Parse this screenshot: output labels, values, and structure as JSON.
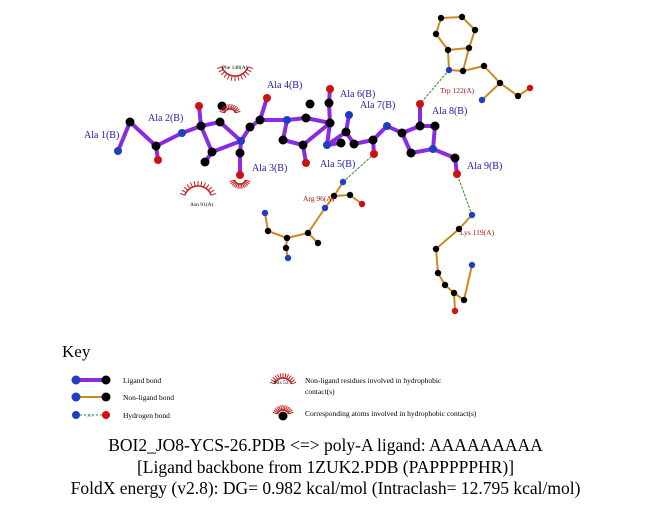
{
  "ligand_residues": [
    "Ala 1(B)",
    "Ala 2(B)",
    "Ala 3(B)",
    "Ala 4(B)",
    "Ala 5(B)",
    "Ala 6(B)",
    "Ala 7(B)",
    "Ala 8(B)",
    "Ala 9(B)"
  ],
  "protein_residues": [
    "Trp 122(A)",
    "Arg 96(A)",
    "Lys 119(A)"
  ],
  "hydrophobic_residues": [
    "Phe 148(A)",
    "Asn 91(A)"
  ],
  "key": {
    "title": "Key",
    "ligand_bond": "Ligand bond",
    "nonligand_bond": "Non-ligand bond",
    "hydrogen_bond": "Hydrogen bond",
    "hbond_distance": "3.0",
    "hydrophobic_example": "His 53",
    "hydrophobic_line1": "Non-ligand residues involved in hydrophobic",
    "hydrophobic_line2": "contact(s)",
    "corresponding_atoms": "Corresponding atoms involved in hydrophobic contact(s)"
  },
  "caption": {
    "line1": "BOI2_JO8-YCS-26.PDB <=> poly-A ligand: AAAAAAAAA",
    "line2": "[Ligand backbone from 1ZUK2.PDB (PAPPPPPHR)]",
    "line3": "FoldX energy (v2.8): DG= 0.982 kcal/mol (Intraclash= 12.795 kcal/mol)"
  },
  "colors": {
    "ligand_bond": "#8a2be2",
    "nonligand_bond": "#cc8a1e",
    "hbond": "#2e8b2e",
    "carbon": "#000000",
    "nitrogen": "#1f3fbf",
    "oxygen": "#d01010",
    "ligand_label": "#1a1ab0",
    "protein_label": "#b01010",
    "hydrophobic": "#c02020"
  }
}
